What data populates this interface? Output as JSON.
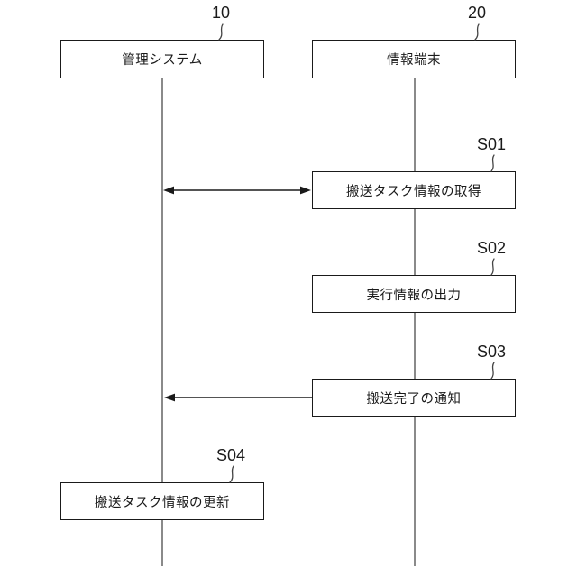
{
  "diagram": {
    "actors": [
      {
        "ref": "10",
        "label": "管理システム"
      },
      {
        "ref": "20",
        "label": "情報端末"
      }
    ],
    "steps": [
      {
        "ref": "S01",
        "label": "搬送タスク情報の取得",
        "arrow": "double-headed-to-left-lifeline"
      },
      {
        "ref": "S02",
        "label": "実行情報の出力",
        "arrow": "none"
      },
      {
        "ref": "S03",
        "label": "搬送完了の通知",
        "arrow": "single-to-left-lifeline"
      },
      {
        "ref": "S04",
        "label": "搬送タスク情報の更新",
        "arrow": "none"
      }
    ],
    "colors": {
      "line": "#1a1a1a",
      "lifeline": "#8a8a8a",
      "text": "#1a1a1a",
      "background": "#ffffff"
    }
  }
}
